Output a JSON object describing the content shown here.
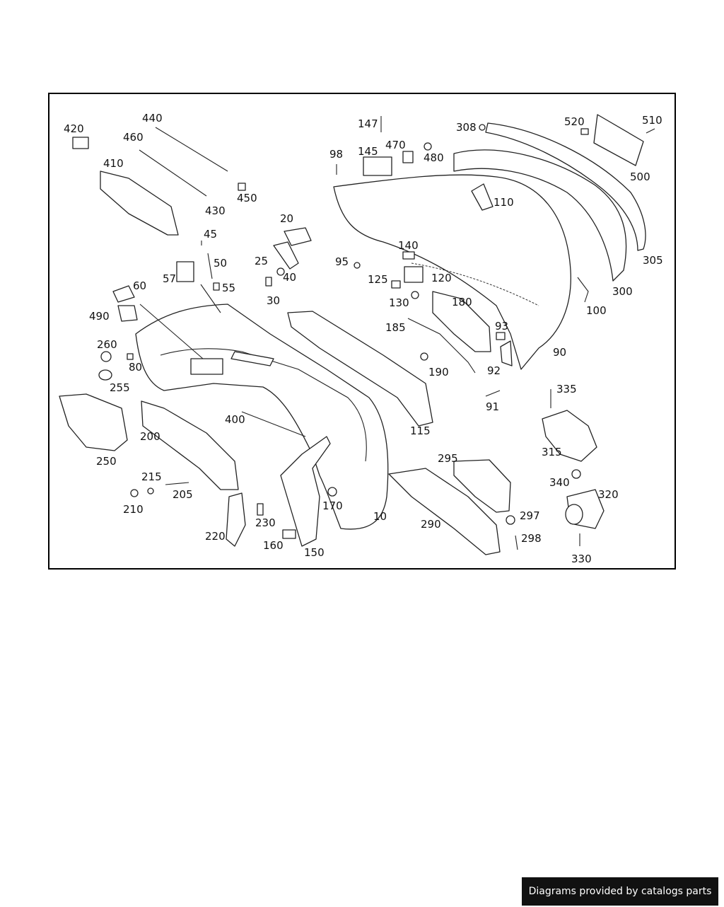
{
  "diagram": {
    "part_numbers": [
      "420",
      "440",
      "460",
      "410",
      "430",
      "450",
      "45",
      "50",
      "57",
      "55",
      "20",
      "25",
      "40",
      "30",
      "60",
      "490",
      "260",
      "80",
      "255",
      "250",
      "200",
      "215",
      "205",
      "210",
      "220",
      "230",
      "160",
      "150",
      "400",
      "170",
      "10",
      "147",
      "98",
      "145",
      "470",
      "480",
      "308",
      "520",
      "510",
      "500",
      "110",
      "305",
      "300",
      "95",
      "140",
      "125",
      "120",
      "130",
      "180",
      "100",
      "185",
      "93",
      "190",
      "92",
      "91",
      "90",
      "115",
      "335",
      "315",
      "295",
      "290",
      "297",
      "298",
      "340",
      "320",
      "330"
    ]
  },
  "footer": {
    "credit": "Diagrams provided by catalogs parts"
  }
}
